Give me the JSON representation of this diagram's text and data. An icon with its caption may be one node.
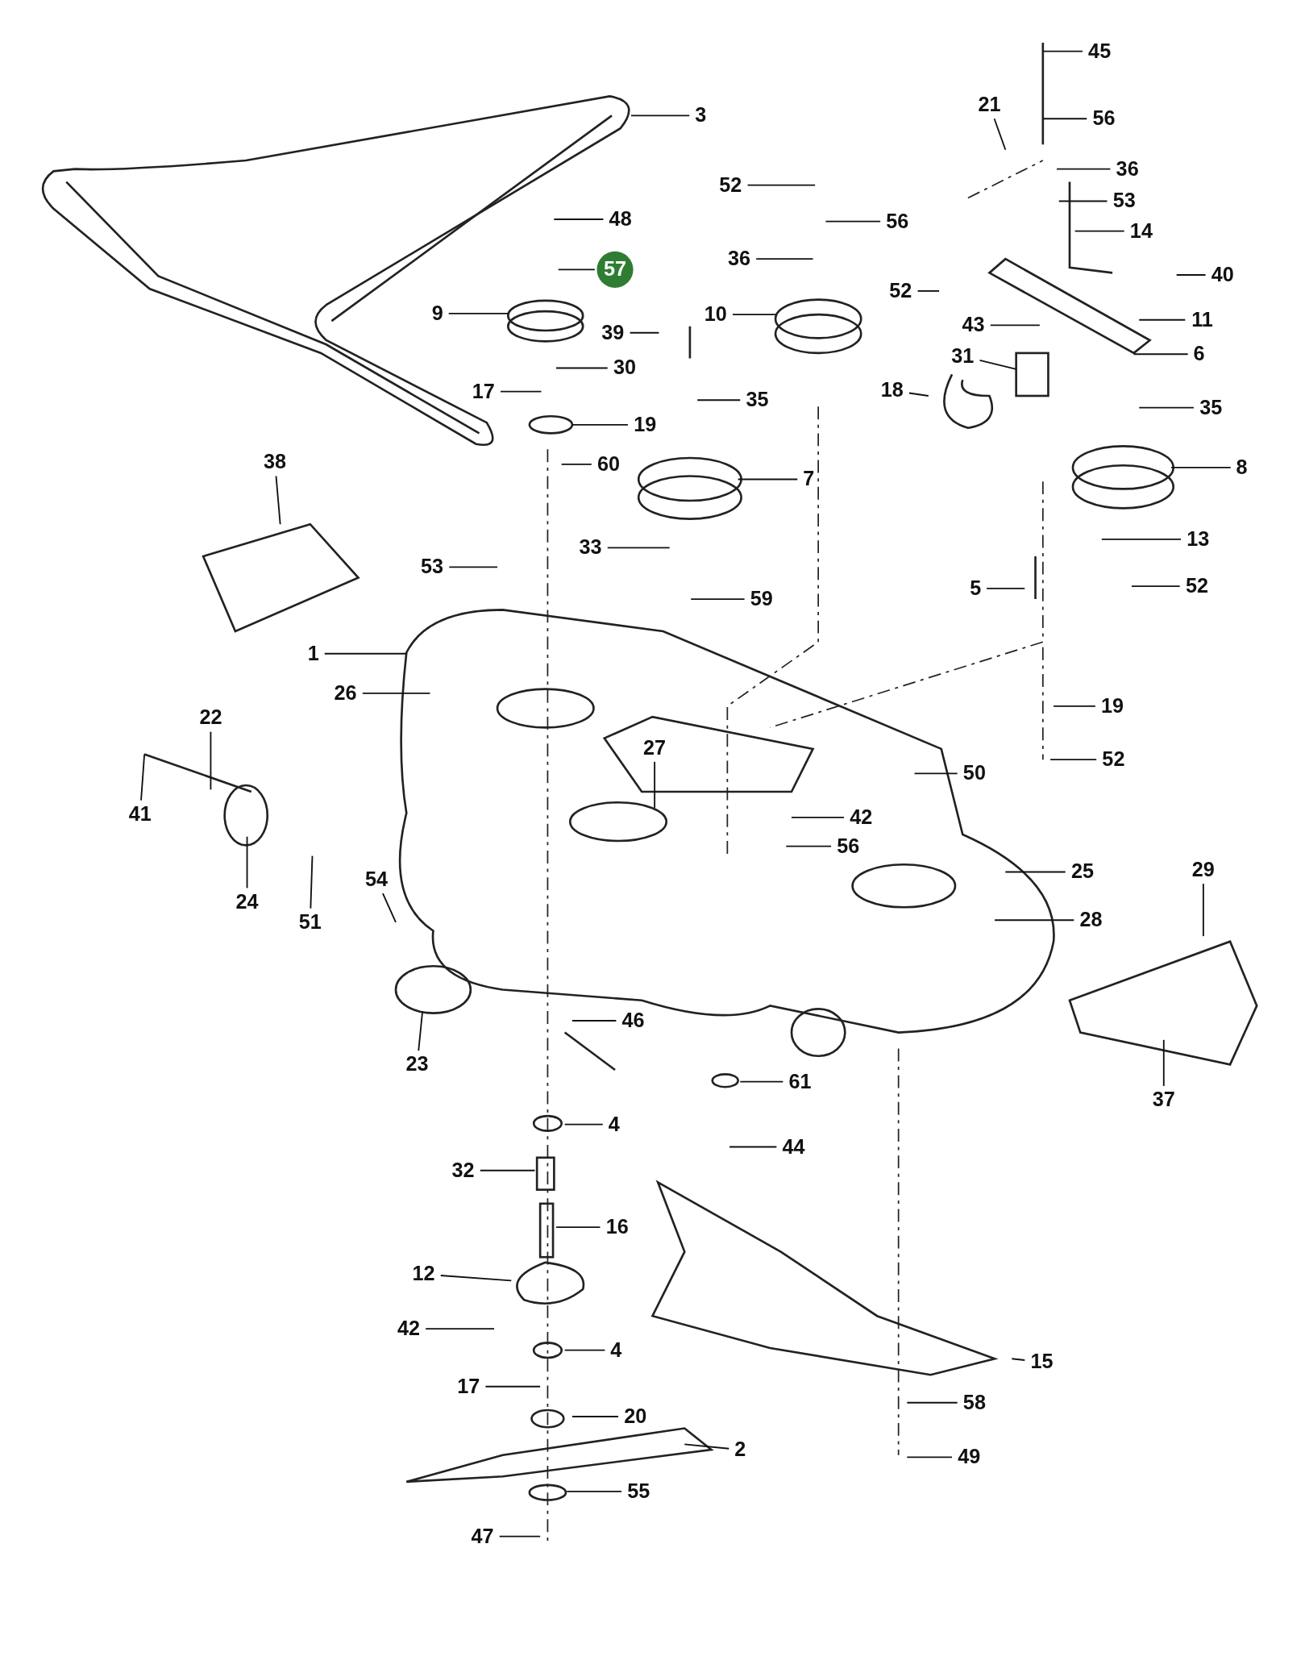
{
  "diagram": {
    "nodes": [
      {
        "text": [
          "3"
        ]
      },
      {
        "text": [
          "45"
        ]
      },
      {
        "text": [
          "56"
        ]
      },
      {
        "text": [
          "21"
        ]
      },
      {
        "text": [
          "36"
        ]
      },
      {
        "text": [
          "53"
        ]
      },
      {
        "text": [
          "14"
        ]
      },
      {
        "text": [
          "52"
        ]
      },
      {
        "text": [
          "56"
        ]
      },
      {
        "text": [
          "48"
        ]
      },
      {
        "text": [
          "57"
        ]
      },
      {
        "text": [
          "36"
        ]
      },
      {
        "text": [
          "40"
        ]
      },
      {
        "text": [
          "52"
        ]
      },
      {
        "text": [
          "9"
        ]
      },
      {
        "text": [
          "10"
        ]
      },
      {
        "text": [
          "39"
        ]
      },
      {
        "text": [
          "11"
        ]
      },
      {
        "text": [
          "43"
        ]
      },
      {
        "text": [
          "30"
        ]
      },
      {
        "text": [
          "6"
        ]
      },
      {
        "text": [
          "31"
        ]
      },
      {
        "text": [
          "17"
        ]
      },
      {
        "text": [
          "35"
        ]
      },
      {
        "text": [
          "18"
        ]
      },
      {
        "text": [
          "35"
        ]
      },
      {
        "text": [
          "19"
        ]
      },
      {
        "text": [
          "60"
        ]
      },
      {
        "text": [
          "8"
        ]
      },
      {
        "text": [
          "7"
        ]
      },
      {
        "text": [
          "38"
        ]
      },
      {
        "text": [
          "13"
        ]
      },
      {
        "text": [
          "53"
        ]
      },
      {
        "text": [
          "33"
        ]
      },
      {
        "text": [
          "5"
        ]
      },
      {
        "text": [
          "52"
        ]
      },
      {
        "text": [
          "59"
        ]
      },
      {
        "text": [
          "1"
        ]
      },
      {
        "text": [
          "19"
        ]
      },
      {
        "text": [
          "26"
        ]
      },
      {
        "text": [
          "22"
        ]
      },
      {
        "text": [
          "27"
        ]
      },
      {
        "text": [
          "52"
        ]
      },
      {
        "text": [
          "50"
        ]
      },
      {
        "text": [
          "42"
        ]
      },
      {
        "text": [
          "41"
        ]
      },
      {
        "text": [
          "56"
        ]
      },
      {
        "text": [
          "24"
        ]
      },
      {
        "text": [
          "51"
        ]
      },
      {
        "text": [
          "25"
        ]
      },
      {
        "text": [
          "29"
        ]
      },
      {
        "text": [
          "54"
        ]
      },
      {
        "text": [
          "28"
        ]
      },
      {
        "text": [
          "46"
        ]
      },
      {
        "text": [
          "23"
        ]
      },
      {
        "text": [
          "37"
        ]
      },
      {
        "text": [
          "61"
        ]
      },
      {
        "text": [
          "4"
        ]
      },
      {
        "text": [
          "44"
        ]
      },
      {
        "text": [
          "32"
        ]
      },
      {
        "text": [
          "16"
        ]
      },
      {
        "text": [
          "12"
        ]
      },
      {
        "text": [
          "42"
        ]
      },
      {
        "text": [
          "4"
        ]
      },
      {
        "text": [
          "15"
        ]
      },
      {
        "text": [
          "17"
        ]
      },
      {
        "text": [
          "58"
        ]
      },
      {
        "text": [
          "20"
        ]
      },
      {
        "text": [
          "2"
        ]
      },
      {
        "text": [
          "49"
        ]
      },
      {
        "text": [
          "55"
        ]
      },
      {
        "text": [
          "47"
        ]
      }
    ],
    "edges": [
      {
        "from": 0,
        "to": null,
        "arrow": "none"
      },
      {
        "from": 1,
        "to": null,
        "arrow": "none"
      },
      {
        "from": 2,
        "to": null,
        "arrow": "none"
      },
      {
        "from": 3,
        "to": null,
        "arrow": "none"
      },
      {
        "from": 4,
        "to": null,
        "arrow": "none"
      },
      {
        "from": 5,
        "to": null,
        "arrow": "none"
      },
      {
        "from": 6,
        "to": null,
        "arrow": "none"
      },
      {
        "from": 7,
        "to": null,
        "arrow": "none"
      },
      {
        "from": 8,
        "to": null,
        "arrow": "none"
      },
      {
        "from": 9,
        "to": null,
        "arrow": "none"
      },
      {
        "from": 10,
        "to": null,
        "arrow": "none"
      },
      {
        "from": 11,
        "to": null,
        "arrow": "none"
      },
      {
        "from": 12,
        "to": null,
        "arrow": "none"
      },
      {
        "from": 13,
        "to": null,
        "arrow": "none"
      },
      {
        "from": 14,
        "to": null,
        "arrow": "none"
      },
      {
        "from": 15,
        "to": null,
        "arrow": "none"
      },
      {
        "from": 16,
        "to": null,
        "arrow": "none"
      },
      {
        "from": 17,
        "to": null,
        "arrow": "none"
      },
      {
        "from": 18,
        "to": null,
        "arrow": "none"
      },
      {
        "from": 19,
        "to": null,
        "arrow": "none"
      },
      {
        "from": 20,
        "to": null,
        "arrow": "none"
      },
      {
        "from": 21,
        "to": null,
        "arrow": "none"
      },
      {
        "from": 22,
        "to": null,
        "arrow": "none"
      },
      {
        "from": 23,
        "to": null,
        "arrow": "none"
      },
      {
        "from": 24,
        "to": null,
        "arrow": "none"
      },
      {
        "from": 25,
        "to": null,
        "arrow": "none"
      },
      {
        "from": 26,
        "to": null,
        "arrow": "none"
      },
      {
        "from": 27,
        "to": null,
        "arrow": "none"
      },
      {
        "from": 28,
        "to": null,
        "arrow": "none"
      },
      {
        "from": 29,
        "to": null,
        "arrow": "none"
      },
      {
        "from": 30,
        "to": null,
        "arrow": "none"
      },
      {
        "from": 31,
        "to": null,
        "arrow": "none"
      },
      {
        "from": 32,
        "to": null,
        "arrow": "none"
      },
      {
        "from": 33,
        "to": null,
        "arrow": "none"
      },
      {
        "from": 34,
        "to": null,
        "arrow": "none"
      },
      {
        "from": 35,
        "to": null,
        "arrow": "none"
      },
      {
        "from": 36,
        "to": null,
        "arrow": "none"
      },
      {
        "from": 37,
        "to": null,
        "arrow": "none"
      },
      {
        "from": 38,
        "to": null,
        "arrow": "none"
      },
      {
        "from": 39,
        "to": null,
        "arrow": "none"
      },
      {
        "from": 40,
        "to": null,
        "arrow": "none"
      },
      {
        "from": 41,
        "to": null,
        "arrow": "none"
      },
      {
        "from": 42,
        "to": null,
        "arrow": "none"
      },
      {
        "from": 43,
        "to": null,
        "arrow": "none"
      },
      {
        "from": 44,
        "to": null,
        "arrow": "none"
      },
      {
        "from": 45,
        "to": null,
        "arrow": "none"
      },
      {
        "from": 46,
        "to": null,
        "arrow": "none"
      },
      {
        "from": 47,
        "to": null,
        "arrow": "none"
      },
      {
        "from": 48,
        "to": null,
        "arrow": "none"
      },
      {
        "from": 49,
        "to": null,
        "arrow": "none"
      },
      {
        "from": 50,
        "to": null,
        "arrow": "none"
      },
      {
        "from": 51,
        "to": null,
        "arrow": "none"
      },
      {
        "from": 52,
        "to": null,
        "arrow": "none"
      },
      {
        "from": 53,
        "to": null,
        "arrow": "none"
      },
      {
        "from": 54,
        "to": null,
        "arrow": "none"
      },
      {
        "from": 55,
        "to": null,
        "arrow": "none"
      },
      {
        "from": 56,
        "to": null,
        "arrow": "none"
      },
      {
        "from": 57,
        "to": null,
        "arrow": "none"
      },
      {
        "from": 58,
        "to": null,
        "arrow": "none"
      },
      {
        "from": 59,
        "to": null,
        "arrow": "none"
      },
      {
        "from": 60,
        "to": null,
        "arrow": "none"
      },
      {
        "from": 61,
        "to": null,
        "arrow": "none"
      },
      {
        "from": 62,
        "to": null,
        "arrow": "none"
      },
      {
        "from": 63,
        "to": null,
        "arrow": "none"
      },
      {
        "from": 64,
        "to": null,
        "arrow": "none"
      },
      {
        "from": 65,
        "to": null,
        "arrow": "none"
      },
      {
        "from": 66,
        "to": null,
        "arrow": "none"
      },
      {
        "from": 67,
        "to": null,
        "arrow": "none"
      },
      {
        "from": 68,
        "to": null,
        "arrow": "none"
      },
      {
        "from": 69,
        "to": null,
        "arrow": "none"
      },
      {
        "from": 70,
        "to": null,
        "arrow": "none"
      },
      {
        "from": 71,
        "to": null,
        "arrow": "none"
      }
    ]
  }
}
